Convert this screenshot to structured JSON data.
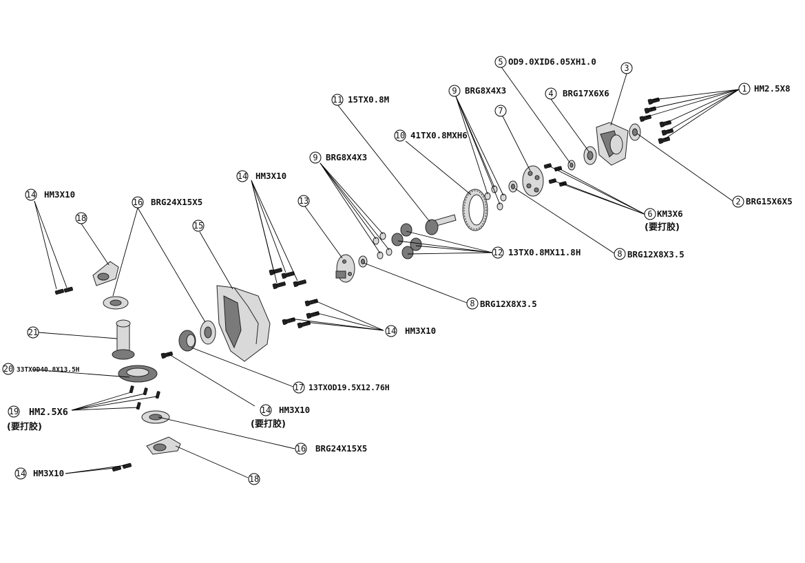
{
  "callouts": [
    {
      "num": "1",
      "label": "HM2.5X8"
    },
    {
      "num": "2",
      "label": "BRG15X6X5"
    },
    {
      "num": "3",
      "label": ""
    },
    {
      "num": "4",
      "label": "BRG17X6X6"
    },
    {
      "num": "5",
      "label": "OD9.0XID6.05XH1.0"
    },
    {
      "num": "6",
      "label": "KM3X6",
      "note": "(要打胶)"
    },
    {
      "num": "7",
      "label": ""
    },
    {
      "num": "8",
      "label": "BRG12X8X3.5"
    },
    {
      "num": "9",
      "label": "BRG8X4X3"
    },
    {
      "num": "10",
      "label": "41TX0.8MXH6"
    },
    {
      "num": "11",
      "label": "15TX0.8M"
    },
    {
      "num": "12",
      "label": "13TX0.8MX11.8H"
    },
    {
      "num": "8",
      "label": "BRG12X8X3.5"
    },
    {
      "num": "9",
      "label": "BRG8X4X3"
    },
    {
      "num": "13",
      "label": ""
    },
    {
      "num": "14",
      "label": "HM3X10"
    },
    {
      "num": "14",
      "label": "HM3X10"
    },
    {
      "num": "14",
      "label": "HM3X10"
    },
    {
      "num": "15",
      "label": ""
    },
    {
      "num": "16",
      "label": "BRG24X15X5"
    },
    {
      "num": "18",
      "label": ""
    },
    {
      "num": "21",
      "label": ""
    },
    {
      "num": "17",
      "label": "13TXOD19.5X12.76H"
    },
    {
      "num": "14",
      "label": "HM3X10",
      "note": "(要打胶)"
    },
    {
      "num": "20",
      "label": "33TXOD40.8X13.5H"
    },
    {
      "num": "19",
      "label": "HM2.5X6",
      "note": "(要打胶)"
    },
    {
      "num": "16",
      "label": "BRG24X15X5"
    },
    {
      "num": "14",
      "label": "HM3X10"
    },
    {
      "num": "18",
      "label": ""
    }
  ]
}
